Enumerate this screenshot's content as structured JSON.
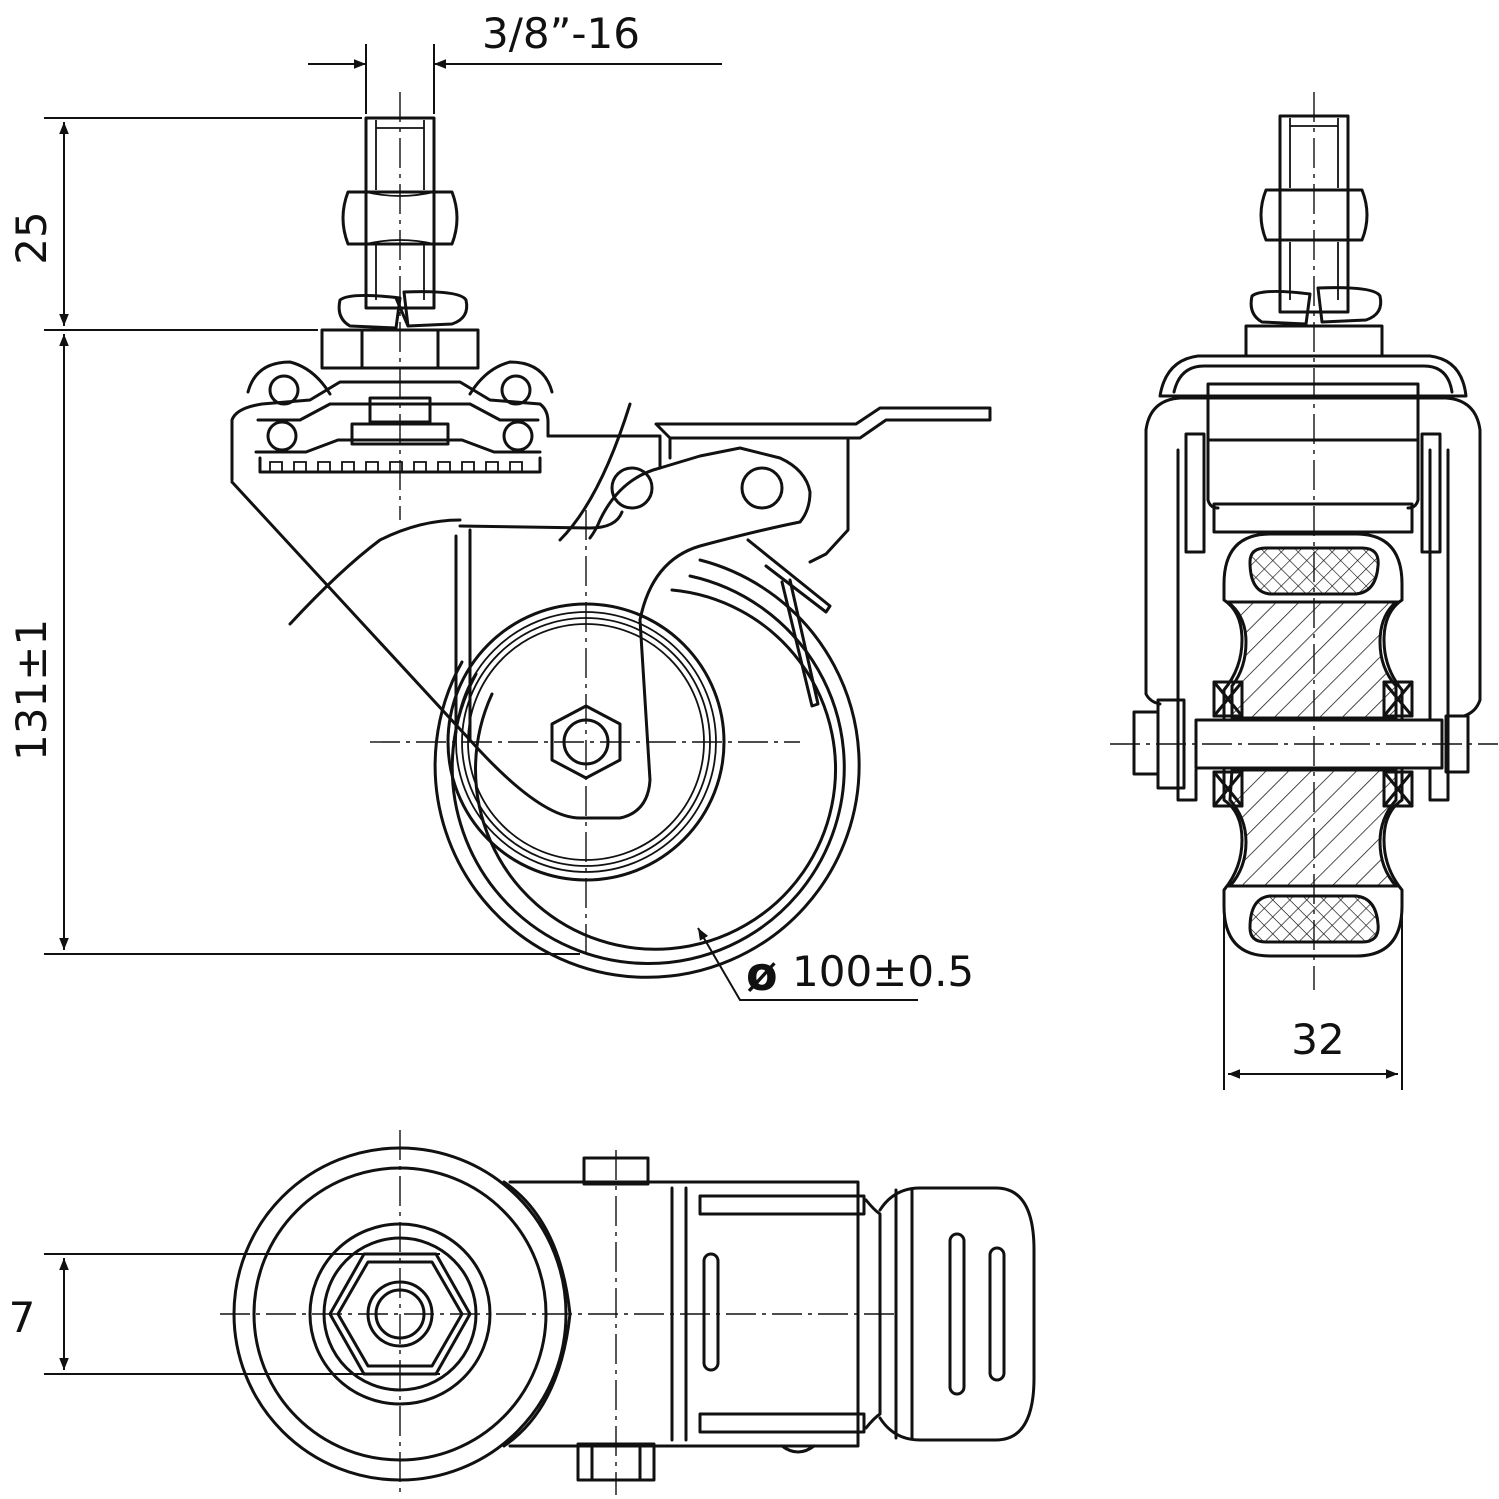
{
  "drawing": {
    "dimensions": {
      "thread": "3/8”-16",
      "stem_length": "25",
      "total_height": "131±1",
      "wheel_diameter_symbol": "ø",
      "wheel_diameter": "100±0.5",
      "wheel_width": "32",
      "offset": "7"
    }
  }
}
